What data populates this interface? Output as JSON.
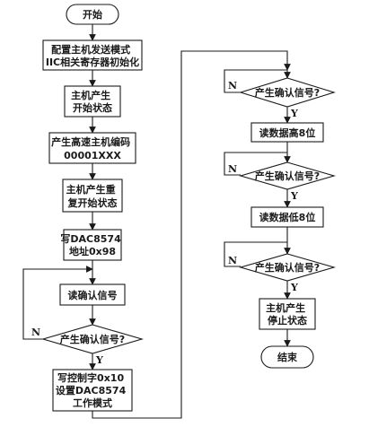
{
  "nodes": {
    "start": {
      "lines": [
        "开始"
      ]
    },
    "config": {
      "lines": [
        "配置主机发送模式",
        "IIC相关寄存器初始化"
      ]
    },
    "master_start": {
      "lines": [
        "主机产生",
        "开始状态"
      ]
    },
    "hs_code": {
      "lines": [
        "产生高速主机编码",
        "00001XXX"
      ]
    },
    "restart": {
      "lines": [
        "主机产生重",
        "复开始状态"
      ]
    },
    "write_addr": {
      "lines": [
        "写DAC8574",
        "地址0x98"
      ]
    },
    "read_ack": {
      "lines": [
        "读确认信号"
      ]
    },
    "ack_decision_1": {
      "lines": [
        "产生确认信号?"
      ]
    },
    "write_ctrl": {
      "lines": [
        "写控制字0x10",
        "设置DAC8574",
        "工作模式"
      ]
    },
    "ack_decision_2": {
      "lines": [
        "产生确认信号?"
      ]
    },
    "read_high": {
      "lines": [
        "读数据高8位"
      ]
    },
    "ack_decision_3": {
      "lines": [
        "产生确认信号?"
      ]
    },
    "read_low": {
      "lines": [
        "读数据低8位"
      ]
    },
    "ack_decision_4": {
      "lines": [
        "产生确认信号?"
      ]
    },
    "stop": {
      "lines": [
        "主机产生",
        "停止状态"
      ]
    },
    "end": {
      "lines": [
        "结束"
      ]
    }
  },
  "labels": {
    "yes": "Y",
    "no": "N"
  }
}
